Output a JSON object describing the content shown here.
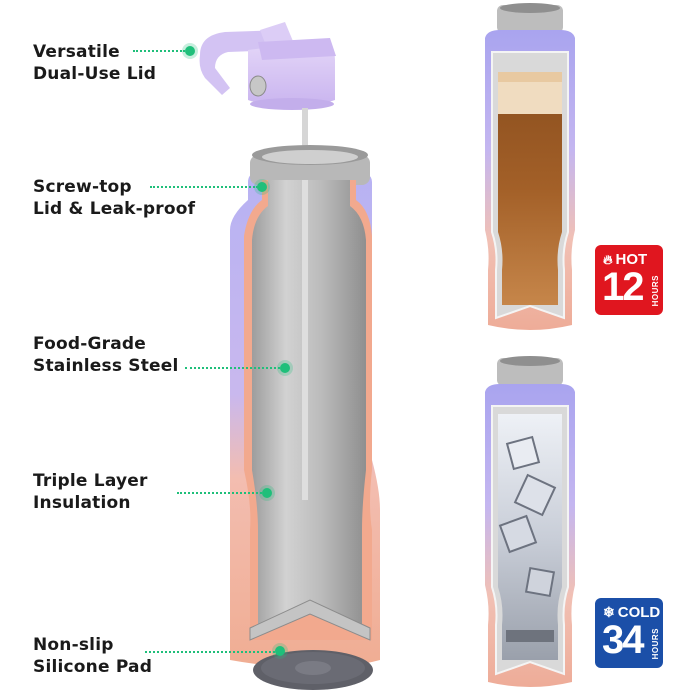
{
  "features": [
    {
      "id": "lid",
      "lines": [
        "Versatile",
        "Dual-Use Lid"
      ]
    },
    {
      "id": "screw-top",
      "lines": [
        "Screw-top",
        "Lid & Leak-proof"
      ]
    },
    {
      "id": "steel",
      "lines": [
        "Food-Grade",
        "Stainless Steel"
      ]
    },
    {
      "id": "insulation",
      "lines": [
        "Triple Layer",
        "Insulation"
      ]
    },
    {
      "id": "pad",
      "lines": [
        "Non-slip",
        "Silicone Pad"
      ]
    }
  ],
  "badges": {
    "hot": {
      "icon": "flame-icon",
      "label": "HOT",
      "value": "12",
      "unit": "HOURS",
      "color": "#e0161f"
    },
    "cold": {
      "icon": "snowflake-icon",
      "label": "COLD",
      "value": "34",
      "unit": "HOURS",
      "color": "#1b4fa8"
    }
  },
  "colors": {
    "accent": "#1fbf7a",
    "bottle_lavender": "#b9b3f2",
    "bottle_peach": "#f2b7a0",
    "steel": "#bdbdbd",
    "coffee": "#9b5a22"
  }
}
